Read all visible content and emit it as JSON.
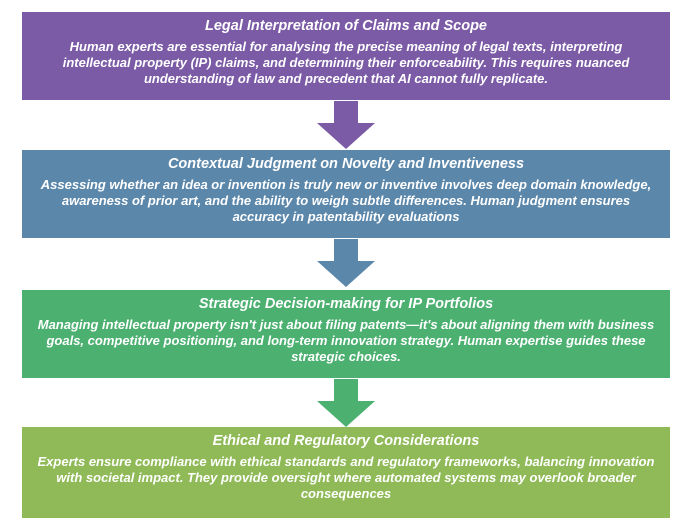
{
  "steps": [
    {
      "title": "Legal Interpretation of Claims and Scope",
      "body": "Human experts are essential for analysing the precise meaning of legal texts, interpreting intellectual property (IP) claims, and determining their enforceability. This requires nuanced understanding of law and precedent that AI cannot fully replicate.",
      "color": "#7b5aa6"
    },
    {
      "title": "Contextual Judgment on Novelty and Inventiveness",
      "body": "Assessing whether an idea or invention is truly new or inventive involves deep domain knowledge, awareness of prior art, and the ability to weigh subtle differences. Human judgment ensures accuracy in patentability evaluations",
      "color": "#5b87ab"
    },
    {
      "title": "Strategic Decision-making for IP Portfolios",
      "body": "Managing intellectual property isn't just about filing patents—it's about aligning them with business goals, competitive positioning, and long-term innovation strategy. Human expertise guides these strategic choices.",
      "color": "#4cb071"
    },
    {
      "title": "Ethical and Regulatory Considerations",
      "body": "Experts ensure compliance with ethical standards and regulatory frameworks, balancing innovation with societal impact. They provide oversight where automated systems may overlook broader consequences",
      "color": "#8fba57"
    }
  ],
  "arrow_colors": [
    "#7b5aa6",
    "#5b87ab",
    "#4cb071"
  ],
  "icons": {
    "connector": "down-arrow-icon"
  }
}
